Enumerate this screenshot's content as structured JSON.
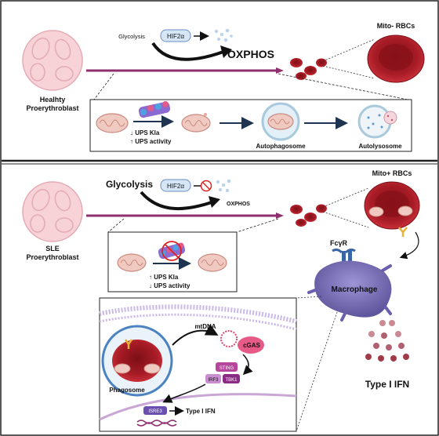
{
  "top": {
    "glycolysis": "Glycolysis",
    "hif": "HIF2α",
    "oxphos": "OXPHOS",
    "rbc_label": "Mito- RBCs",
    "cell_label_1": "Healhty",
    "cell_label_2": "Proerythroblast",
    "ups_kla": "↓ UPS Kla",
    "ups_activity": "↑ UPS activity",
    "autophagosome": "Autophagosome",
    "autolysosome": "Autolysosome"
  },
  "bottom": {
    "glycolysis": "Glycolysis",
    "hif": "HIF2α",
    "oxphos": "OXPHOS",
    "rbc_label": "Mito+ RBCs",
    "cell_label_1": "SLE",
    "cell_label_2": "Proerythroblast",
    "ups_kla": "↑ UPS Kla",
    "ups_activity": "↓ UPS activity",
    "fcyr": "FcγR",
    "macrophage": "Macrophage",
    "type1_ifn": "Type I IFN",
    "mtdna": "mtDNA",
    "cgas": "cGAS",
    "sting": "STING",
    "irf3": "IRF3",
    "tbk1": "TBK1",
    "phagosome": "Phagosome",
    "isre": "ISRE3",
    "type1_ifn_small": "Type I IFN"
  },
  "colors": {
    "proerythroblast": "#f7d3d8",
    "rbc": "#b51f2b",
    "line": "#8e2f6e",
    "macrophage": "#7a6fb8",
    "cgas": "#e65a86",
    "sting": "#b6469c"
  }
}
